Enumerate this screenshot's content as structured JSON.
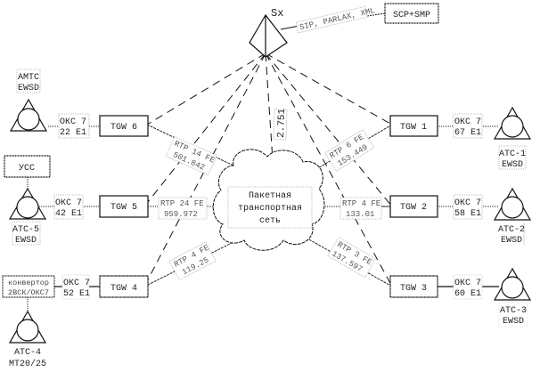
{
  "core": {
    "label": "Sx",
    "protocol_label": "SIP, PARLAX, XML",
    "scp_label": "SCP+SMP",
    "link_value": "2.751"
  },
  "network": {
    "lines": [
      "Пакетная",
      "транспортная",
      "сеть"
    ]
  },
  "gateways": [
    {
      "id": "tgw1",
      "label": "TGW 1",
      "link": [
        "ОКС 7",
        "67 E1"
      ],
      "rtp": [
        "RTP 6 FE",
        "153.449"
      ],
      "exchange": [
        "АТС-1",
        "EWSD"
      ]
    },
    {
      "id": "tgw2",
      "label": "TGW 2",
      "link": [
        "ОКС 7",
        "58 E1"
      ],
      "rtp": [
        "RTP 4 FE",
        "133.01"
      ],
      "exchange": [
        "АТС-2",
        "EWSD"
      ]
    },
    {
      "id": "tgw3",
      "label": "TGW 3",
      "link": [
        "ОКС 7",
        "60 E1"
      ],
      "rtp": [
        "RTP 3 FE",
        "137.597"
      ],
      "exchange": [
        "АТС-3",
        "EWSD"
      ]
    },
    {
      "id": "tgw4",
      "label": "TGW 4",
      "link": [
        "ОКС 7",
        "52 E1"
      ],
      "rtp": [
        "RTP 4 FE",
        "119.25"
      ],
      "exchange": [
        "АТС-4",
        "МТ20/25"
      ],
      "converter": [
        "конвертор",
        "2ВСК/ОКС7"
      ]
    },
    {
      "id": "tgw5",
      "label": "TGW 5",
      "link": [
        "ОКС 7",
        "42 E1"
      ],
      "rtp": [
        "RTP 24 FE",
        "959.972"
      ],
      "exchange": [
        "АТС-5",
        "EWSD"
      ],
      "extra": "УСС"
    },
    {
      "id": "tgw6",
      "label": "TGW 6",
      "link": [
        "ОКС 7",
        "22 E1"
      ],
      "rtp": [
        "RTP 14 FE",
        "501.842"
      ],
      "exchange": [
        "АМТС",
        "EWSD"
      ]
    }
  ]
}
